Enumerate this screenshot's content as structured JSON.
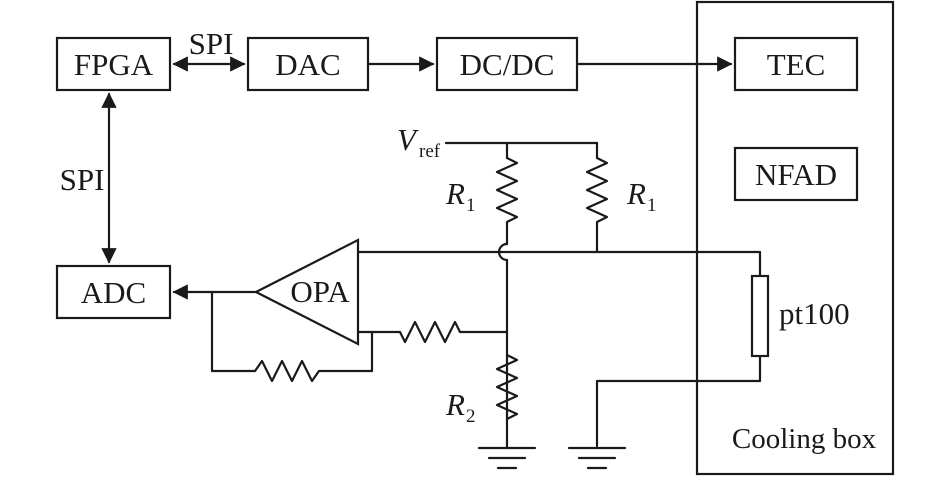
{
  "blocks": {
    "fpga": "FPGA",
    "dac": "DAC",
    "dcdc": "DC/DC",
    "tec": "TEC",
    "nfad": "NFAD",
    "adc": "ADC",
    "opa": "OPA"
  },
  "links": {
    "spi_horizontal": "SPI",
    "spi_vertical": "SPI"
  },
  "components": {
    "vref_symbol": "V",
    "vref_sub": "ref",
    "r1_symbol": "R",
    "r1_sub": "1",
    "r2_symbol": "R",
    "r2_sub": "2",
    "sensor": "pt100"
  },
  "enclosure": {
    "label": "Cooling box"
  }
}
